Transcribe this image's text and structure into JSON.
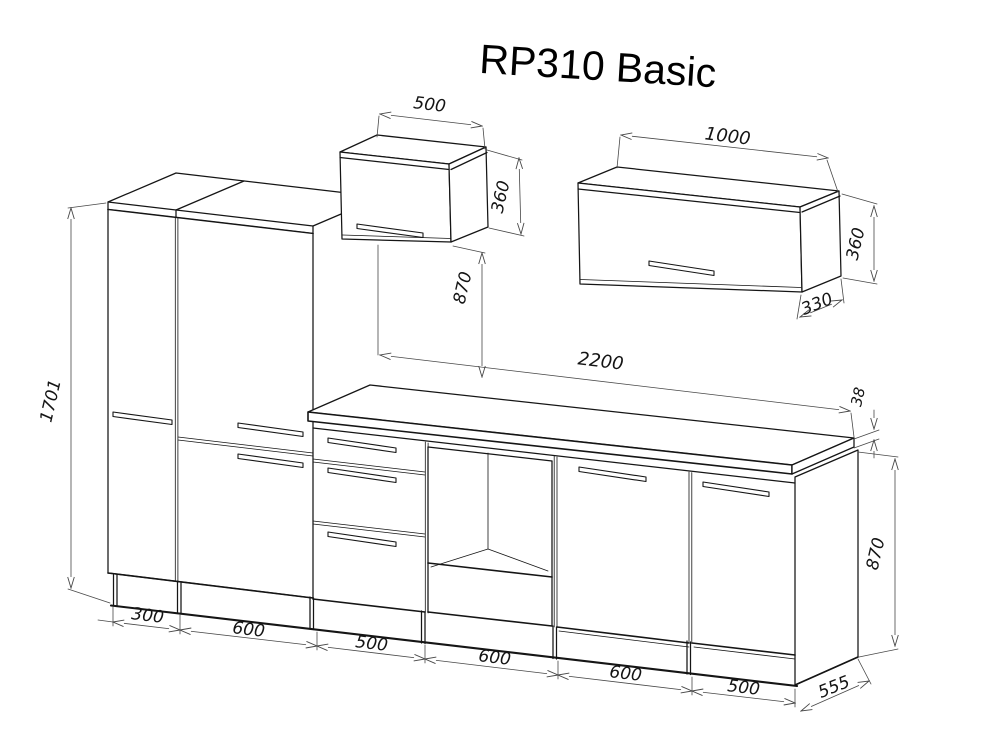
{
  "title": "RP310 Basic",
  "dims": {
    "wall_small_width": "500",
    "wall_small_height": "360",
    "wall_small_to_counter_gap": "870",
    "wall_large_width": "1000",
    "wall_large_height": "360",
    "wall_large_depth": "330",
    "counter_run_length": "2200",
    "counter_thickness": "38",
    "tall_unit_height": "1701",
    "base_unit_height": "870",
    "base_unit_depth": "555",
    "base_widths": [
      "300",
      "600",
      "500",
      "600",
      "600",
      "500"
    ]
  }
}
